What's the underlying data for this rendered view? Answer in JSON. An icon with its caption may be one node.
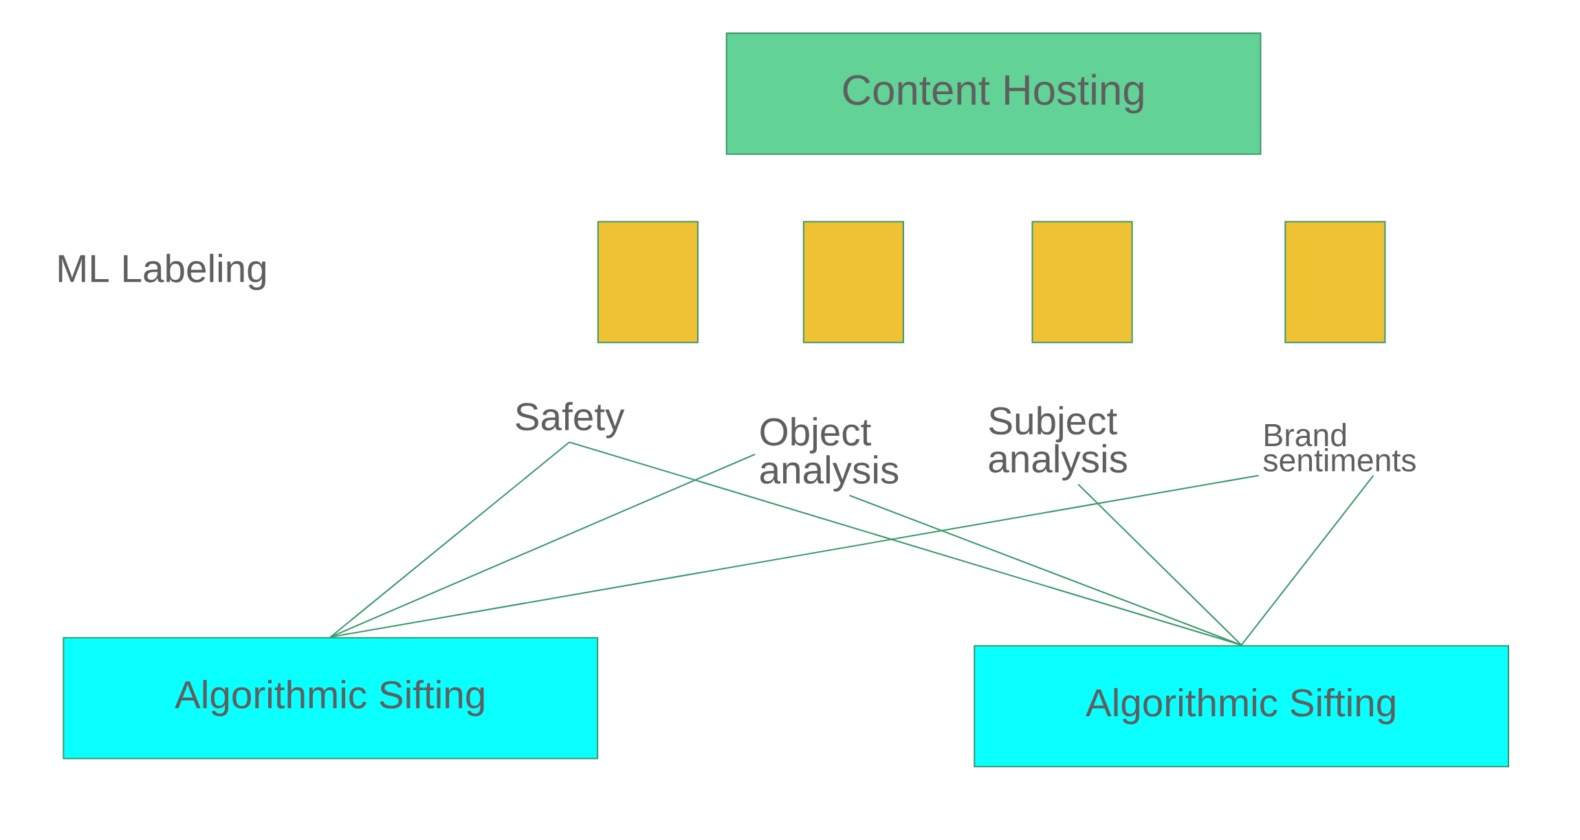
{
  "diagram": {
    "nodes": [
      {
        "text": [
          "Content Hosting"
        ]
      },
      {
        "text": [],
        "shape": "box"
      },
      {
        "text": [],
        "shape": "box"
      },
      {
        "text": [],
        "shape": "box"
      },
      {
        "text": [],
        "shape": "box"
      },
      {
        "text": [
          "Safety"
        ]
      },
      {
        "text": [
          "Object analysis"
        ]
      },
      {
        "text": [
          "Subject analysis"
        ]
      },
      {
        "text": [
          "Brand sentiments"
        ]
      },
      {
        "text": [
          "Algorithmic Sifting"
        ]
      },
      {
        "text": [
          "Algorithmic Sifting"
        ]
      }
    ],
    "edges": [
      {
        "from": 5,
        "to": 9,
        "arrow": "none"
      },
      {
        "from": 6,
        "to": 9,
        "arrow": "none"
      },
      {
        "from": 8,
        "to": 9,
        "arrow": "none"
      },
      {
        "from": 5,
        "to": 10,
        "arrow": "none"
      },
      {
        "from": 6,
        "to": 10,
        "arrow": "none"
      },
      {
        "from": 7,
        "to": 10,
        "arrow": "none"
      },
      {
        "from": 8,
        "to": 10,
        "arrow": "none"
      }
    ],
    "labels": [
      "ML Labeling"
    ]
  }
}
